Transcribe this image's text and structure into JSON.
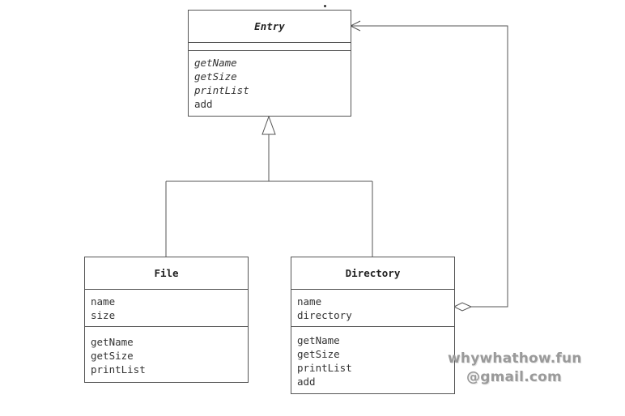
{
  "classes": {
    "entry": {
      "name": "Entry",
      "methods": [
        {
          "label": "getName",
          "abstract": true
        },
        {
          "label": "getSize",
          "abstract": true
        },
        {
          "label": "printList",
          "abstract": true
        },
        {
          "label": "add",
          "abstract": false
        }
      ]
    },
    "file": {
      "name": "File",
      "fields": [
        "name",
        "size"
      ],
      "methods": [
        "getName",
        "getSize",
        "printList"
      ]
    },
    "directory": {
      "name": "Directory",
      "fields": [
        "name",
        "directory"
      ],
      "methods": [
        "getName",
        "getSize",
        "printList",
        "add"
      ]
    }
  },
  "relations": [
    {
      "type": "generalization",
      "from": "File",
      "to": "Entry"
    },
    {
      "type": "generalization",
      "from": "Directory",
      "to": "Entry"
    },
    {
      "type": "aggregation",
      "from": "Directory",
      "to": "Entry"
    }
  ],
  "watermark": {
    "line1": "whywhathow.fun",
    "line2": "@gmail.com"
  }
}
